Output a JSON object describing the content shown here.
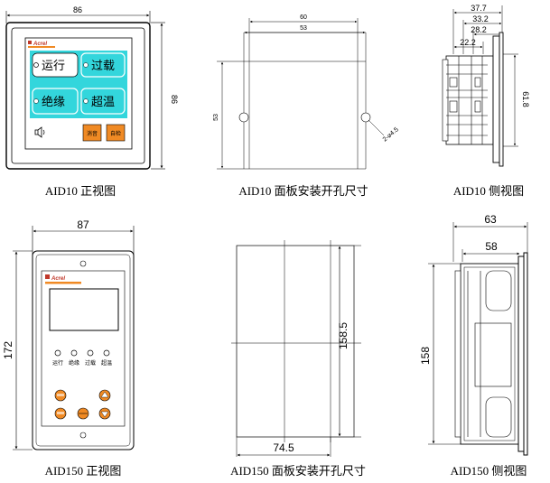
{
  "captions": {
    "aid10_front": "AID10 正视图",
    "aid10_cutout": "AID10 面板安装开孔尺寸",
    "aid10_side": "AID10 侧视图",
    "aid150_front": "AID150 正视图",
    "aid150_cutout": "AID150 面板安装开孔尺寸",
    "aid150_side": "AID150 侧视图"
  },
  "aid10_front": {
    "width_dim": "86",
    "height_dim": "86",
    "brand": "Acrel",
    "buttons": {
      "run": "运行",
      "overload": "过载",
      "insulation": "绝缘",
      "overtemp": "超温",
      "mute": "消音",
      "selftest": "自检"
    }
  },
  "aid10_cutout": {
    "outer_width": "60",
    "hole_spacing": "53",
    "vertical": "53",
    "hole_dim": "2-⌀4.5"
  },
  "aid10_side": {
    "dims": [
      "37.7",
      "33.2",
      "28.2",
      "22.2"
    ],
    "height": "61.8"
  },
  "aid150_front": {
    "width_dim": "87",
    "height_dim": "172",
    "brand": "Acrel",
    "indicators": [
      "运行",
      "绝缘",
      "过载",
      "超温"
    ]
  },
  "aid150_cutout": {
    "height": "158.5",
    "width": "74.5"
  },
  "aid150_side": {
    "depth_total": "63",
    "depth_inner": "58",
    "height": "158"
  },
  "colors": {
    "cyan": "#33d6dc",
    "orange": "#f08a24",
    "line": "#000000"
  }
}
